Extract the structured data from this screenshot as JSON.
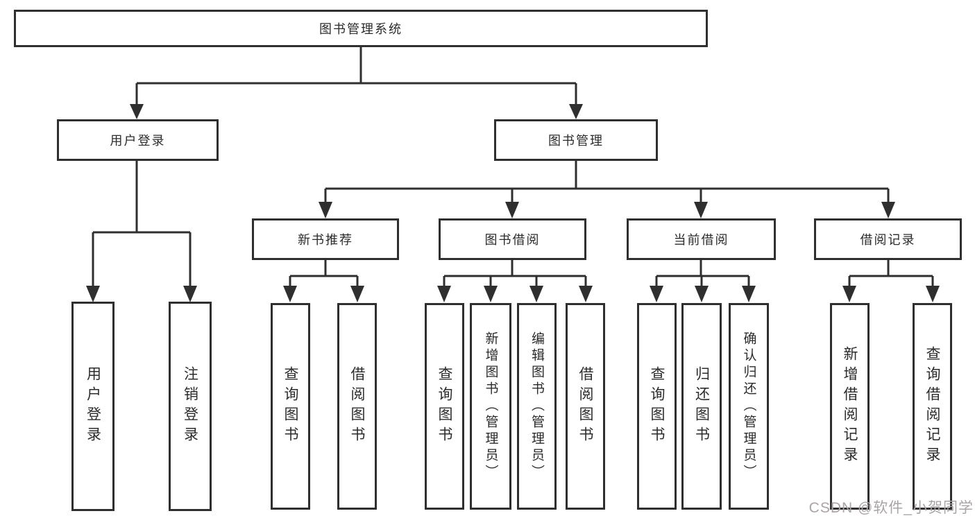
{
  "diagram": {
    "root": {
      "label": "图书管理系统"
    },
    "level2": [
      {
        "label": "用户登录"
      },
      {
        "label": "图书管理"
      }
    ],
    "level3": [
      {
        "label": "新书推荐"
      },
      {
        "label": "图书借阅"
      },
      {
        "label": "当前借阅"
      },
      {
        "label": "借阅记录"
      }
    ],
    "leaves": {
      "user_login": [
        {
          "label": "用户登录"
        },
        {
          "label": "注销登录"
        }
      ],
      "new_book_recommend": [
        {
          "label": "查询图书"
        },
        {
          "label": "借阅图书"
        }
      ],
      "book_borrow": [
        {
          "label": "查询图书"
        },
        {
          "label": "新增图书（管理员）"
        },
        {
          "label": "编辑图书（管理员）"
        },
        {
          "label": "借阅图书"
        }
      ],
      "current_borrow": [
        {
          "label": "查询图书"
        },
        {
          "label": "归还图书"
        },
        {
          "label": "确认归还（管理员）"
        }
      ],
      "borrow_records": [
        {
          "label": "新增借阅记录"
        },
        {
          "label": "查询借阅记录"
        }
      ]
    }
  },
  "colors": {
    "line": "#2f2f2f",
    "box_border": "#2f2f2f",
    "text": "#2b2b2b",
    "watermark": "#aba4a4"
  },
  "watermark": {
    "text": "CSDN @软件_小贺同学"
  }
}
